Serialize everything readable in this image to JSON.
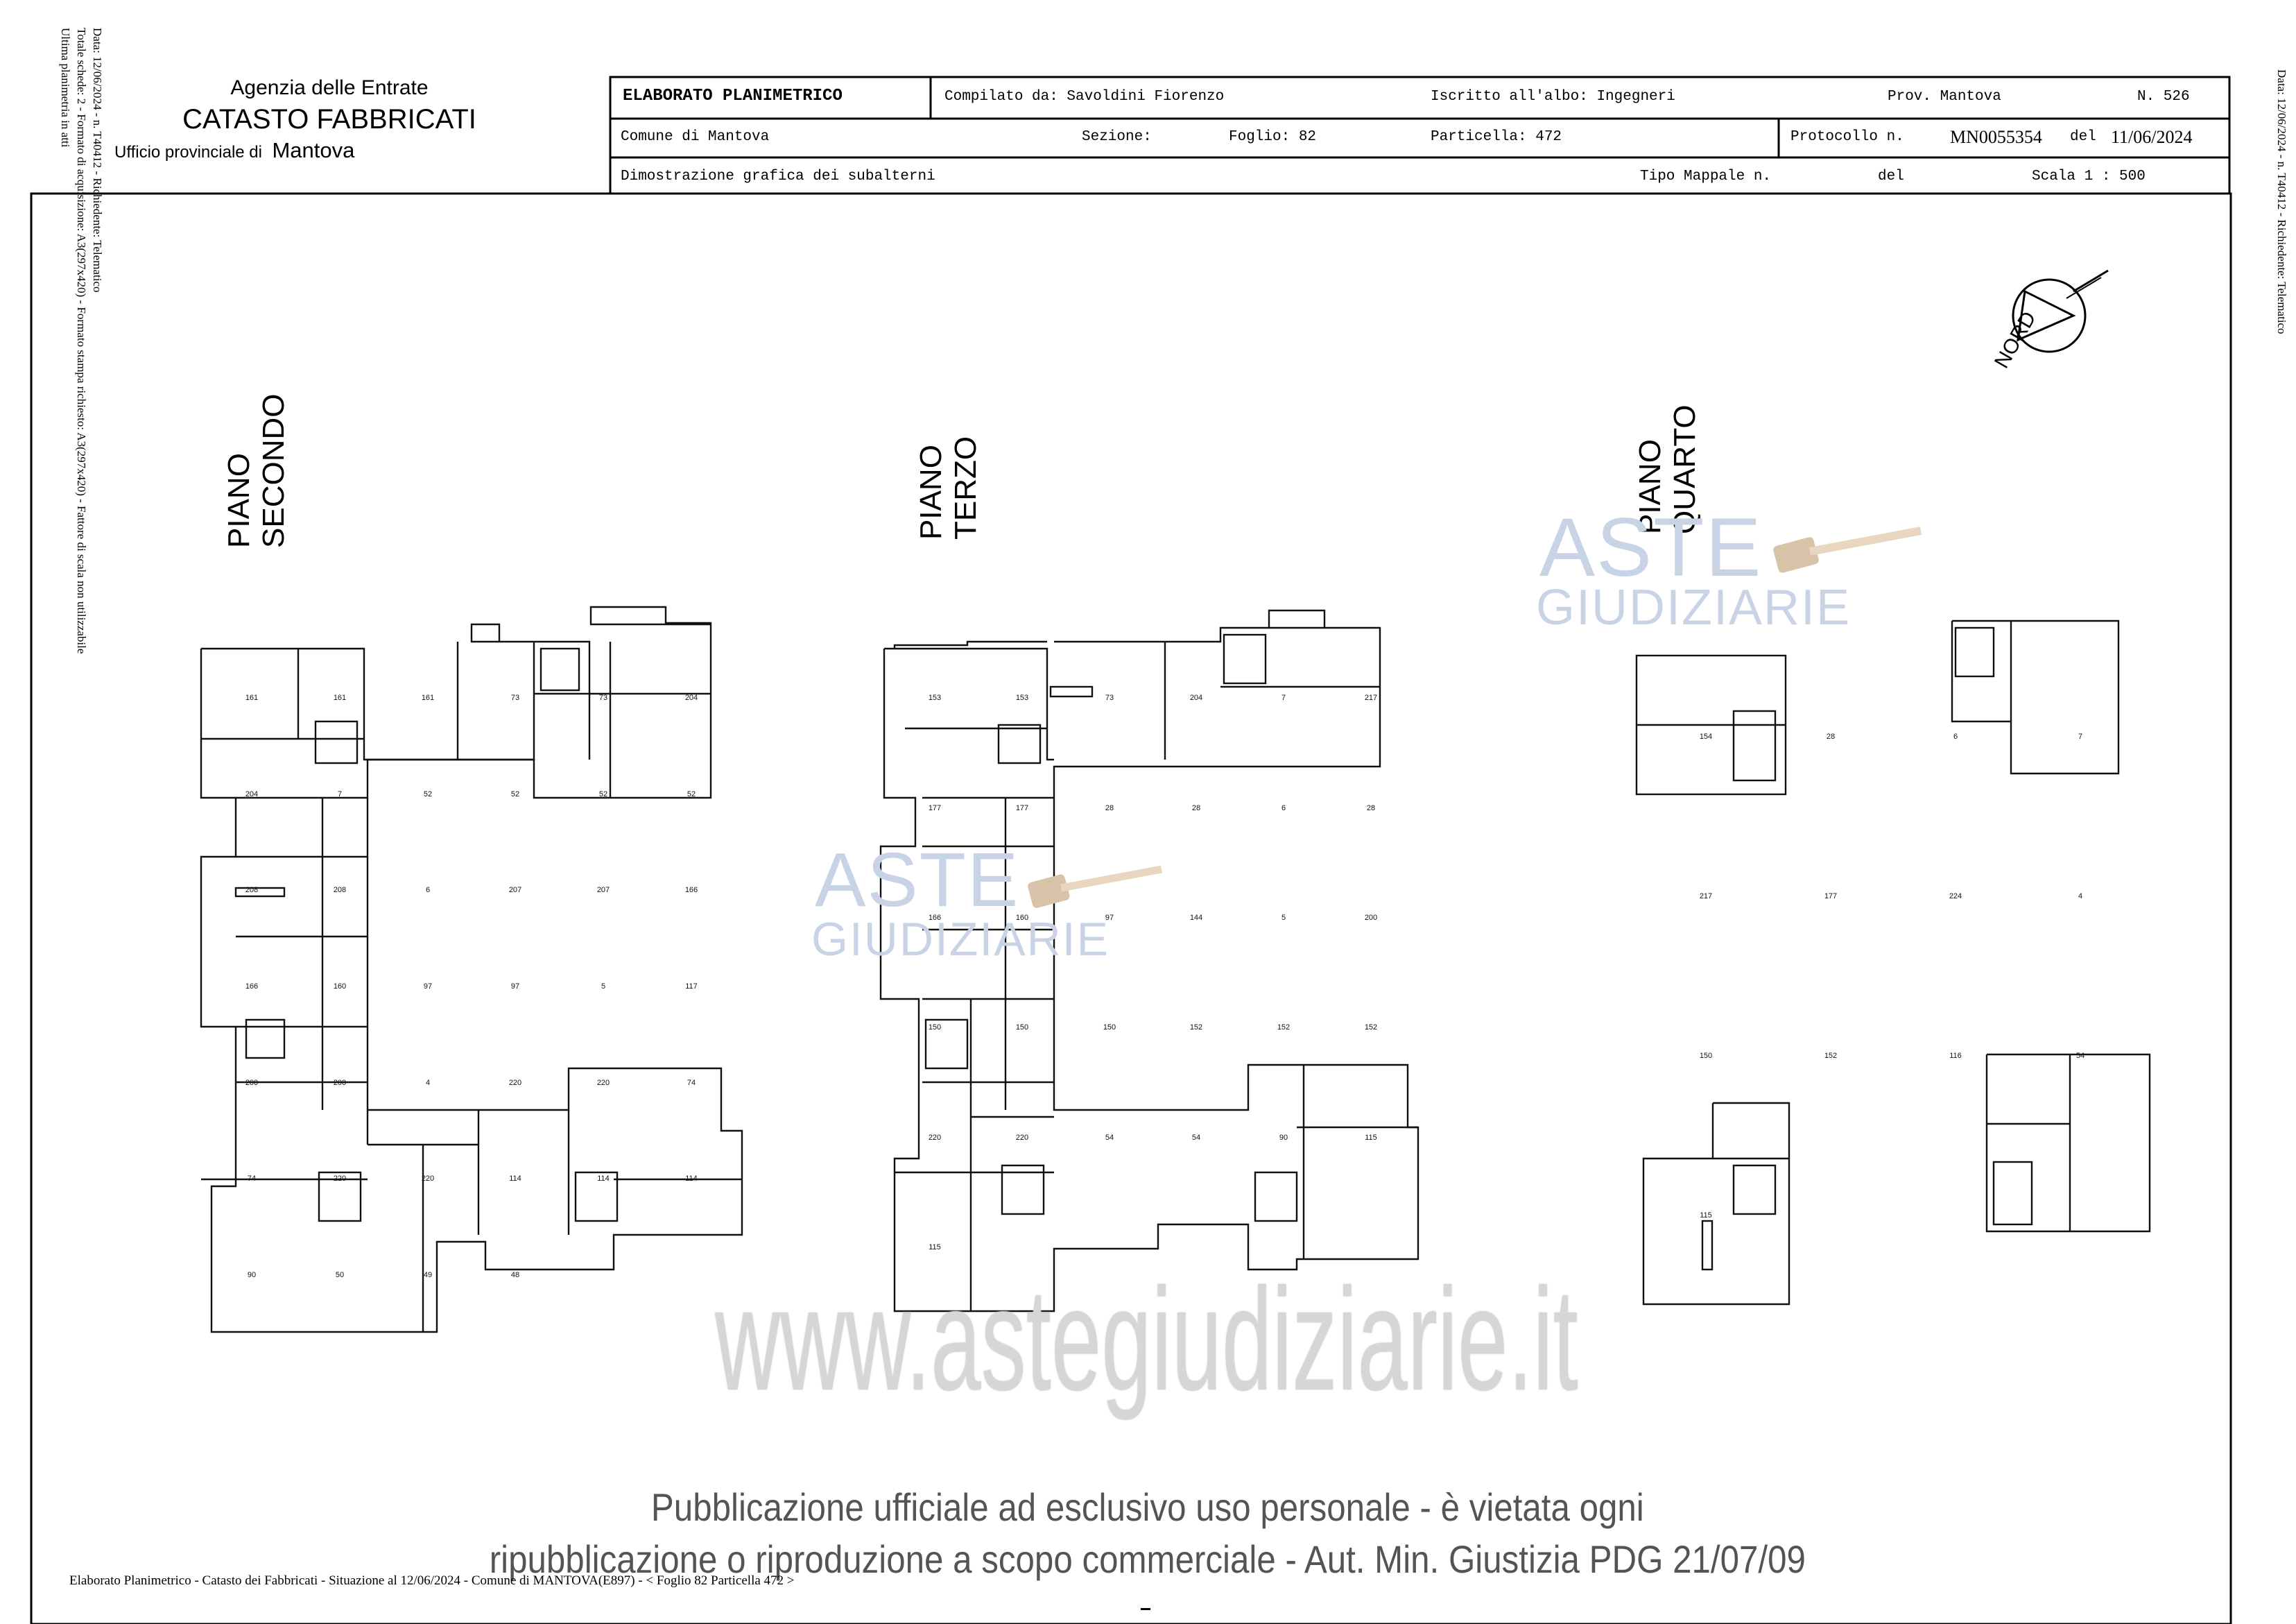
{
  "side_left": {
    "line1": "Data: 12/06/2024 - n. T40412 - Richiedente: Telematico",
    "line2": "Totale schede: 2 - Formato di acquisizione: A3(297x420) - Formato stampa richiesto: A3(297x420) - Fattore di scala non utilizzabile",
    "line3": "Ultima planimetria in atti"
  },
  "side_right": {
    "line1": "Data: 12/06/2024 - n. T40412 - Richiedente: Telematico"
  },
  "agency": {
    "line1": "Agenzia delle Entrate",
    "line2": "CATASTO FABBRICATI",
    "line3_prefix": "Ufficio provinciale di",
    "line3_city": "Mantova"
  },
  "header": {
    "title": "ELABORATO PLANIMETRICO",
    "compilato": "Compilato da: Savoldini Fiorenzo",
    "iscritto": "Iscritto all'albo: Ingegneri",
    "prov": "Prov. Mantova",
    "numero": "N. 526",
    "comune": "Comune di Mantova",
    "sezione": "Sezione:",
    "foglio": "Foglio: 82",
    "particella": "Particella: 472",
    "protocollo_label": "Protocollo n.",
    "protocollo_value": "MN0055354",
    "del_label": "del",
    "del_value": "11/06/2024",
    "dimostrazione": "Dimostrazione grafica dei subalterni",
    "tipo_mappale": "Tipo Mappale n.",
    "del2": "del",
    "scala": "Scala 1 : 500"
  },
  "north": {
    "label": "NORD"
  },
  "floors": {
    "secondo": {
      "line1": "PIANO",
      "line2": "SECONDO"
    },
    "terzo": {
      "line1": "PIANO",
      "line2": "TERZO"
    },
    "quarto": {
      "line1": "PIANO",
      "line2": "QUARTO"
    }
  },
  "watermark": {
    "aste": "ASTE",
    "giudiziarie": "GIUDIZIARIE",
    "site": "www.astegiudiziarie.it",
    "notice_line1": "Pubblicazione ufficiale ad esclusivo uso personale - è vietata ogni",
    "notice_line2": "ripubblicazione o riproduzione a scopo commerciale - Aut. Min. Giustizia PDG 21/07/09"
  },
  "footer": {
    "text": "Elaborato Planimetrico - Catasto dei Fabbricati - Situazione al 12/06/2024 - Comune di MANTOVA(E897) - < Foglio 82 Particella 472 >"
  },
  "plan_labels": {
    "secondo": [
      "161",
      "161",
      "161",
      "73",
      "73",
      "204",
      "204",
      "7",
      "52",
      "52",
      "52",
      "52",
      "208",
      "208",
      "6",
      "207",
      "207",
      "166",
      "166",
      "160",
      "97",
      "97",
      "5",
      "117",
      "200",
      "200",
      "4",
      "220",
      "220",
      "74",
      "74",
      "220",
      "220",
      "114",
      "114",
      "114",
      "90",
      "50",
      "49",
      "48"
    ],
    "terzo": [
      "153",
      "153",
      "73",
      "204",
      "7",
      "217",
      "177",
      "177",
      "28",
      "28",
      "6",
      "28",
      "166",
      "160",
      "97",
      "144",
      "5",
      "200",
      "150",
      "150",
      "150",
      "152",
      "152",
      "152",
      "220",
      "220",
      "54",
      "54",
      "90",
      "115",
      "115"
    ],
    "quarto": [
      "154",
      "28",
      "6",
      "7",
      "217",
      "177",
      "224",
      "4",
      "150",
      "152",
      "116",
      "54",
      "115"
    ]
  }
}
